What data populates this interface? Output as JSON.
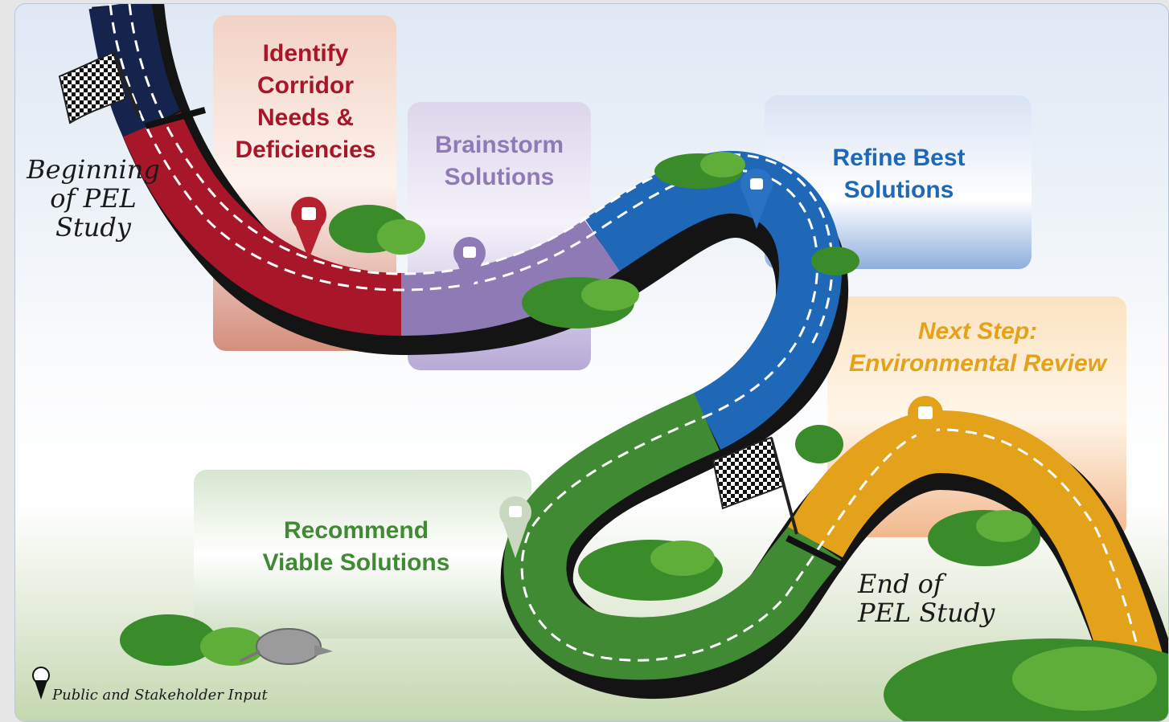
{
  "stages": {
    "identify": {
      "line1": "Identify",
      "line2": "Corridor",
      "line3": "Needs &",
      "line4": "Deficiencies",
      "color": "#a8162a"
    },
    "brainstorm": {
      "line1": "Brainstorm",
      "line2": "Solutions",
      "color": "#8e7bb5"
    },
    "refine": {
      "line1": "Refine Best",
      "line2": "Solutions",
      "color": "#1f68b8"
    },
    "recommend": {
      "line1": "Recommend",
      "line2": "Viable Solutions",
      "color": "#3f8a33"
    },
    "next": {
      "line1": "Next Step:",
      "line2": "Environmental Review",
      "color": "#e3a21a"
    }
  },
  "start_label": {
    "line1": "Beginning",
    "line2": "of PEL",
    "line3": "Study"
  },
  "end_label": {
    "line1": "End of",
    "line2": "PEL Study"
  },
  "legend": {
    "text": "Public and Stakeholder Input",
    "icon": "input-marker-icon"
  }
}
